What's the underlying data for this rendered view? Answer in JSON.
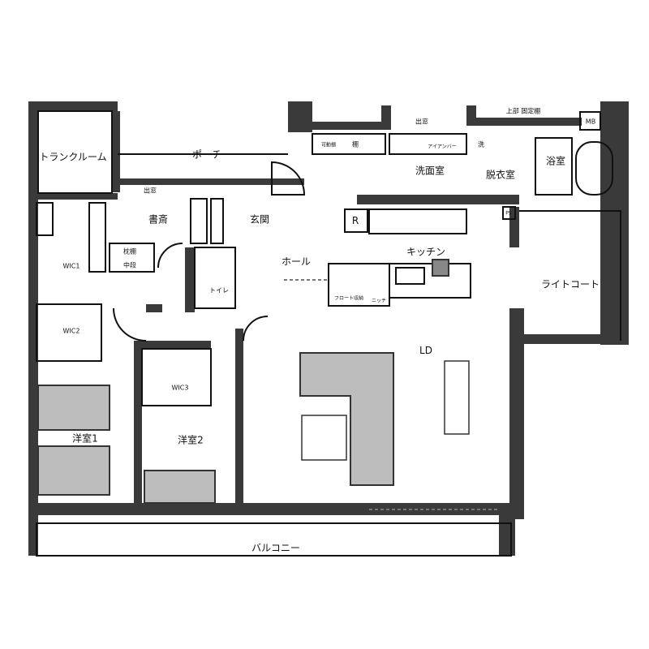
{
  "rooms": {
    "trunk_room": "トランクルーム",
    "porch": "ポーチ",
    "bay_window_1": "出窓",
    "bay_window_2": "出窓",
    "study": "書斎",
    "entrance": "玄関",
    "hall": "ホール",
    "kitchen": "キッチン",
    "washroom": "洗面室",
    "dressing_room": "脱衣室",
    "bathroom": "浴室",
    "light_court": "ライトコート",
    "ld": "LD",
    "western_room_1": "洋室1",
    "western_room_2": "洋室2",
    "wic1": "WIC1",
    "wic2": "WIC2",
    "wic3": "WIC3",
    "toilet": "トイレ",
    "balcony": "バルコニー"
  },
  "fixtures": {
    "mb": "MB",
    "ps": "PS",
    "fridge": "R",
    "upper_fixed_shelf": "上部 固定棚",
    "iron_bar": "アイアンバー",
    "washer": "洗",
    "movable_shelf": "可動棚",
    "shelf": "棚",
    "pillow_shelf": "枕棚",
    "middle_shelf": "中段",
    "float_storage": "フロート収納",
    "niche": "ニッチ"
  },
  "colors": {
    "wall": "#3a3a3a",
    "furniture": "#bdbdbd",
    "line": "#111111"
  }
}
